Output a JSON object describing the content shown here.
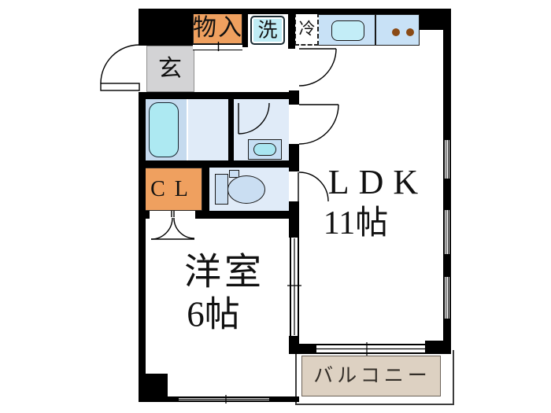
{
  "floorplan": {
    "rooms": {
      "entrance": {
        "label": "玄"
      },
      "storage": {
        "label": "物入"
      },
      "washer": {
        "label": "洗"
      },
      "fridge": {
        "label": "冷"
      },
      "closet": {
        "label": "CL"
      },
      "ldk": {
        "label": "LDK",
        "size": "11帖"
      },
      "western_room": {
        "label": "洋室",
        "size": "6帖"
      },
      "balcony": {
        "label": "バルコニー"
      }
    },
    "colors": {
      "wall": "#000000",
      "closet_orange": "#efa05f",
      "entrance_gray": "#d3d3d5",
      "room_blue": "#e0ebf8",
      "bath_blue": "#c5daee",
      "counter_blue": "#c8e1f6",
      "fixture_cyan": "#ade9f2",
      "fixture_blue": "#cadef2",
      "balcony_beige": "#ddd1c2",
      "burner_brown": "#8a4a15"
    }
  }
}
